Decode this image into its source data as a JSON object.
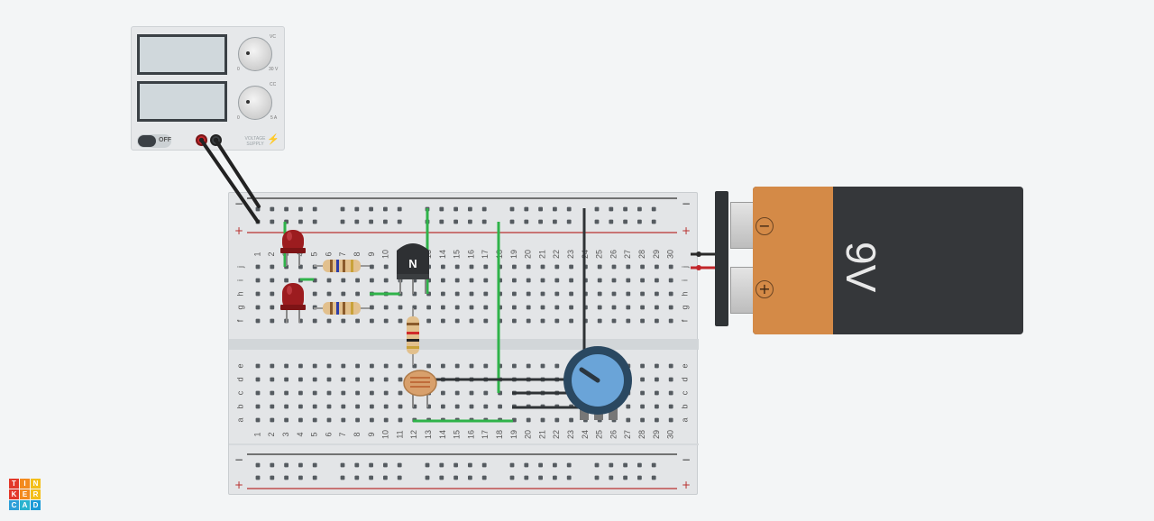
{
  "power_supply": {
    "voltage_tag": "VC",
    "voltage_min": "0",
    "voltage_max": "30 V",
    "current_tag": "CC",
    "current_min": "0",
    "current_max": "5 A",
    "switch_label": "OFF",
    "label_line1": "VOLTAGE",
    "label_line2": "SUPPLY"
  },
  "battery": {
    "label": "9V",
    "negative_symbol": "−",
    "positive_symbol": "+"
  },
  "breadboard": {
    "columns": [
      "1",
      "2",
      "3",
      "4",
      "5",
      "6",
      "7",
      "8",
      "9",
      "10",
      "11",
      "12",
      "13",
      "14",
      "15",
      "16",
      "17",
      "18",
      "19",
      "20",
      "21",
      "22",
      "23",
      "24",
      "25",
      "26",
      "27",
      "28",
      "29",
      "30"
    ],
    "top_rows": [
      "j",
      "i",
      "h",
      "g",
      "f"
    ],
    "bottom_rows": [
      "e",
      "d",
      "c",
      "b",
      "a"
    ],
    "rail_minus": "−",
    "rail_plus": "+",
    "transistor_label": "N"
  },
  "logo": {
    "letters": [
      "T",
      "I",
      "N",
      "K",
      "E",
      "R",
      "C",
      "A",
      "D"
    ],
    "colors": [
      "#e2382a",
      "#f38a1d",
      "#f3bf1a",
      "#e2382a",
      "#f38a1d",
      "#f3bf1a",
      "#2e9fd8",
      "#29b3ce",
      "#1b9ad6"
    ]
  }
}
